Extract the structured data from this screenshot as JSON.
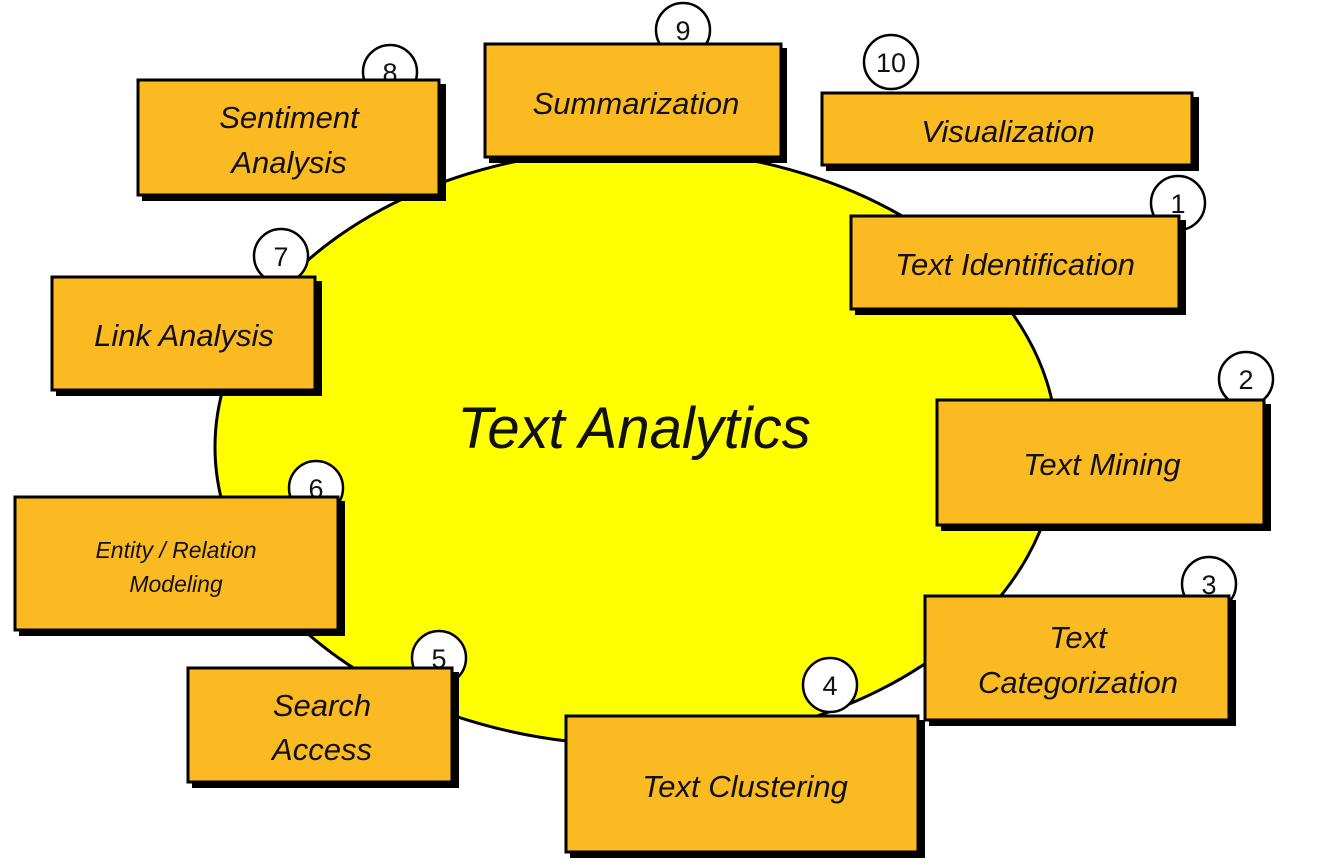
{
  "title": "Text Analytics",
  "colors": {
    "ellipse": "#FFFF00",
    "box": "#FBBA22",
    "outline": "#000000"
  },
  "nodes": [
    {
      "number": "1",
      "lines": [
        "Text Identification"
      ]
    },
    {
      "number": "2",
      "lines": [
        "Text Mining"
      ]
    },
    {
      "number": "3",
      "lines": [
        "Text",
        "Categorization"
      ]
    },
    {
      "number": "4",
      "lines": [
        "Text Clustering"
      ]
    },
    {
      "number": "5",
      "lines": [
        "Search",
        "Access"
      ]
    },
    {
      "number": "6",
      "lines": [
        "Entity / Relation",
        "Modeling"
      ]
    },
    {
      "number": "7",
      "lines": [
        "Link Analysis"
      ]
    },
    {
      "number": "8",
      "lines": [
        "Sentiment",
        "Analysis"
      ]
    },
    {
      "number": "9",
      "lines": [
        "Summarization"
      ]
    },
    {
      "number": "10",
      "lines": [
        "Visualization"
      ]
    }
  ]
}
